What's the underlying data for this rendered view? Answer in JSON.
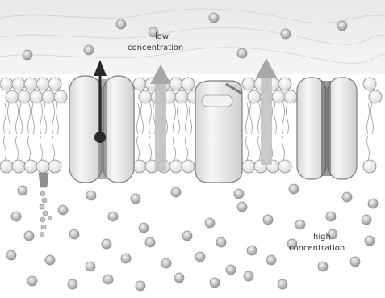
{
  "labels": {
    "low_line1": "low",
    "low_line2": "concentration",
    "high_line1": "high",
    "high_line2": "concentration"
  },
  "colors": {
    "background": "#ffffff",
    "outside_region": "#e4e4e4",
    "head": "#efefef",
    "head_stroke": "#8a8a8a",
    "tail": "#9a9a9a",
    "protein": "#e9e9e9",
    "protein_stroke": "#7c7c7c",
    "channel_dark": "#5c5c5c",
    "molecule_fill": "#cfcfcf",
    "molecule_stroke": "#8e8e8e",
    "arrow_dark": "#2a2a2a",
    "arrow_light": "#b4b4b4"
  },
  "icons": {
    "molecule": "molecule-icon",
    "transport_arrow": "arrow-up-icon"
  }
}
